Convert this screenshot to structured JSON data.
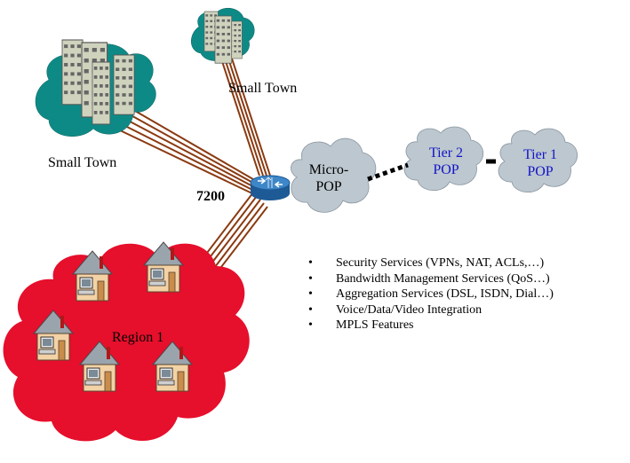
{
  "labels": {
    "small_town_top": "Small Town",
    "small_town_left": "Small Town",
    "router": "7200",
    "micro_pop_line1": "Micro-",
    "micro_pop_line2": "POP",
    "tier2_line1": "Tier 2",
    "tier2_line2": "POP",
    "tier1_line1": "Tier 1",
    "tier1_line2": "POP",
    "region": "Region 1"
  },
  "services": [
    "Security Services (VPNs, NAT, ACLs,…)",
    "Bandwidth Management Services (QoS…)",
    "Aggregation Services (DSL, ISDN, Dial…)",
    "Voice/Data/Video Integration",
    "MPLS Features"
  ],
  "bullet": "•",
  "colors": {
    "town_cloud": "#0e8a86",
    "pop_cloud": "#bcc7cf",
    "region_cloud": "#e60f2c",
    "link_lines": "#8a3a10",
    "pop_text": "#1414c8",
    "router": "#2a6fb0"
  },
  "icons": {
    "router": "router-icon",
    "building": "office-building-icon",
    "house": "house-with-computer-icon"
  }
}
